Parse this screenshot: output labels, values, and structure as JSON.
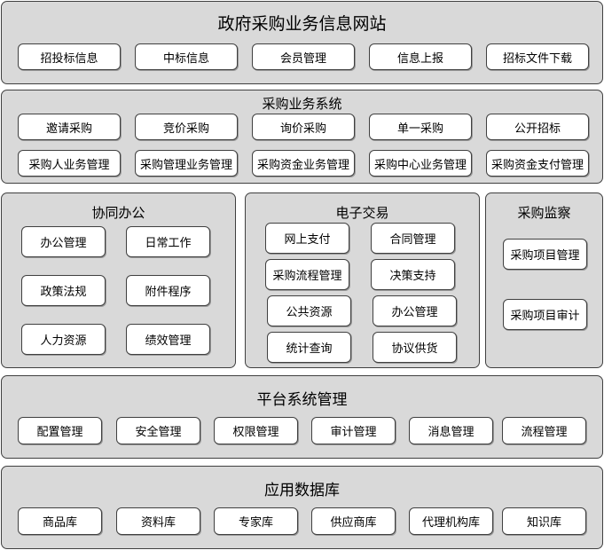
{
  "portal": {
    "title": "政府采购业务信息网站",
    "items": [
      "招投标信息",
      "中标信息",
      "会员管理",
      "信息上报",
      "招标文件下载"
    ]
  },
  "business": {
    "title": "采购业务系统",
    "row1": [
      "邀请采购",
      "竞价采购",
      "询价采购",
      "单一采购",
      "公开招标"
    ],
    "row2": [
      "采购人业务管理",
      "采购管理业务管理",
      "采购资金业务管理",
      "采购中心业务管理",
      "采购资金支付管理"
    ]
  },
  "office": {
    "title": "协同办公",
    "items": [
      "办公管理",
      "日常工作",
      "政策法规",
      "附件程序",
      "人力资源",
      "绩效管理"
    ]
  },
  "trade": {
    "title": "电子交易",
    "items": [
      "网上支付",
      "合同管理",
      "采购流程管理",
      "决策支持",
      "公共资源",
      "办公管理",
      "统计查询",
      "协议供货"
    ]
  },
  "supervision": {
    "title": "采购监察",
    "items": [
      "采购项目管理",
      "采购项目审计"
    ]
  },
  "platform": {
    "title": "平台系统管理",
    "items": [
      "配置管理",
      "安全管理",
      "权限管理",
      "审计管理",
      "消息管理",
      "流程管理"
    ]
  },
  "database": {
    "title": "应用数据库",
    "items": [
      "商品库",
      "资料库",
      "专家库",
      "供应商库",
      "代理机构库",
      "知识库"
    ]
  }
}
